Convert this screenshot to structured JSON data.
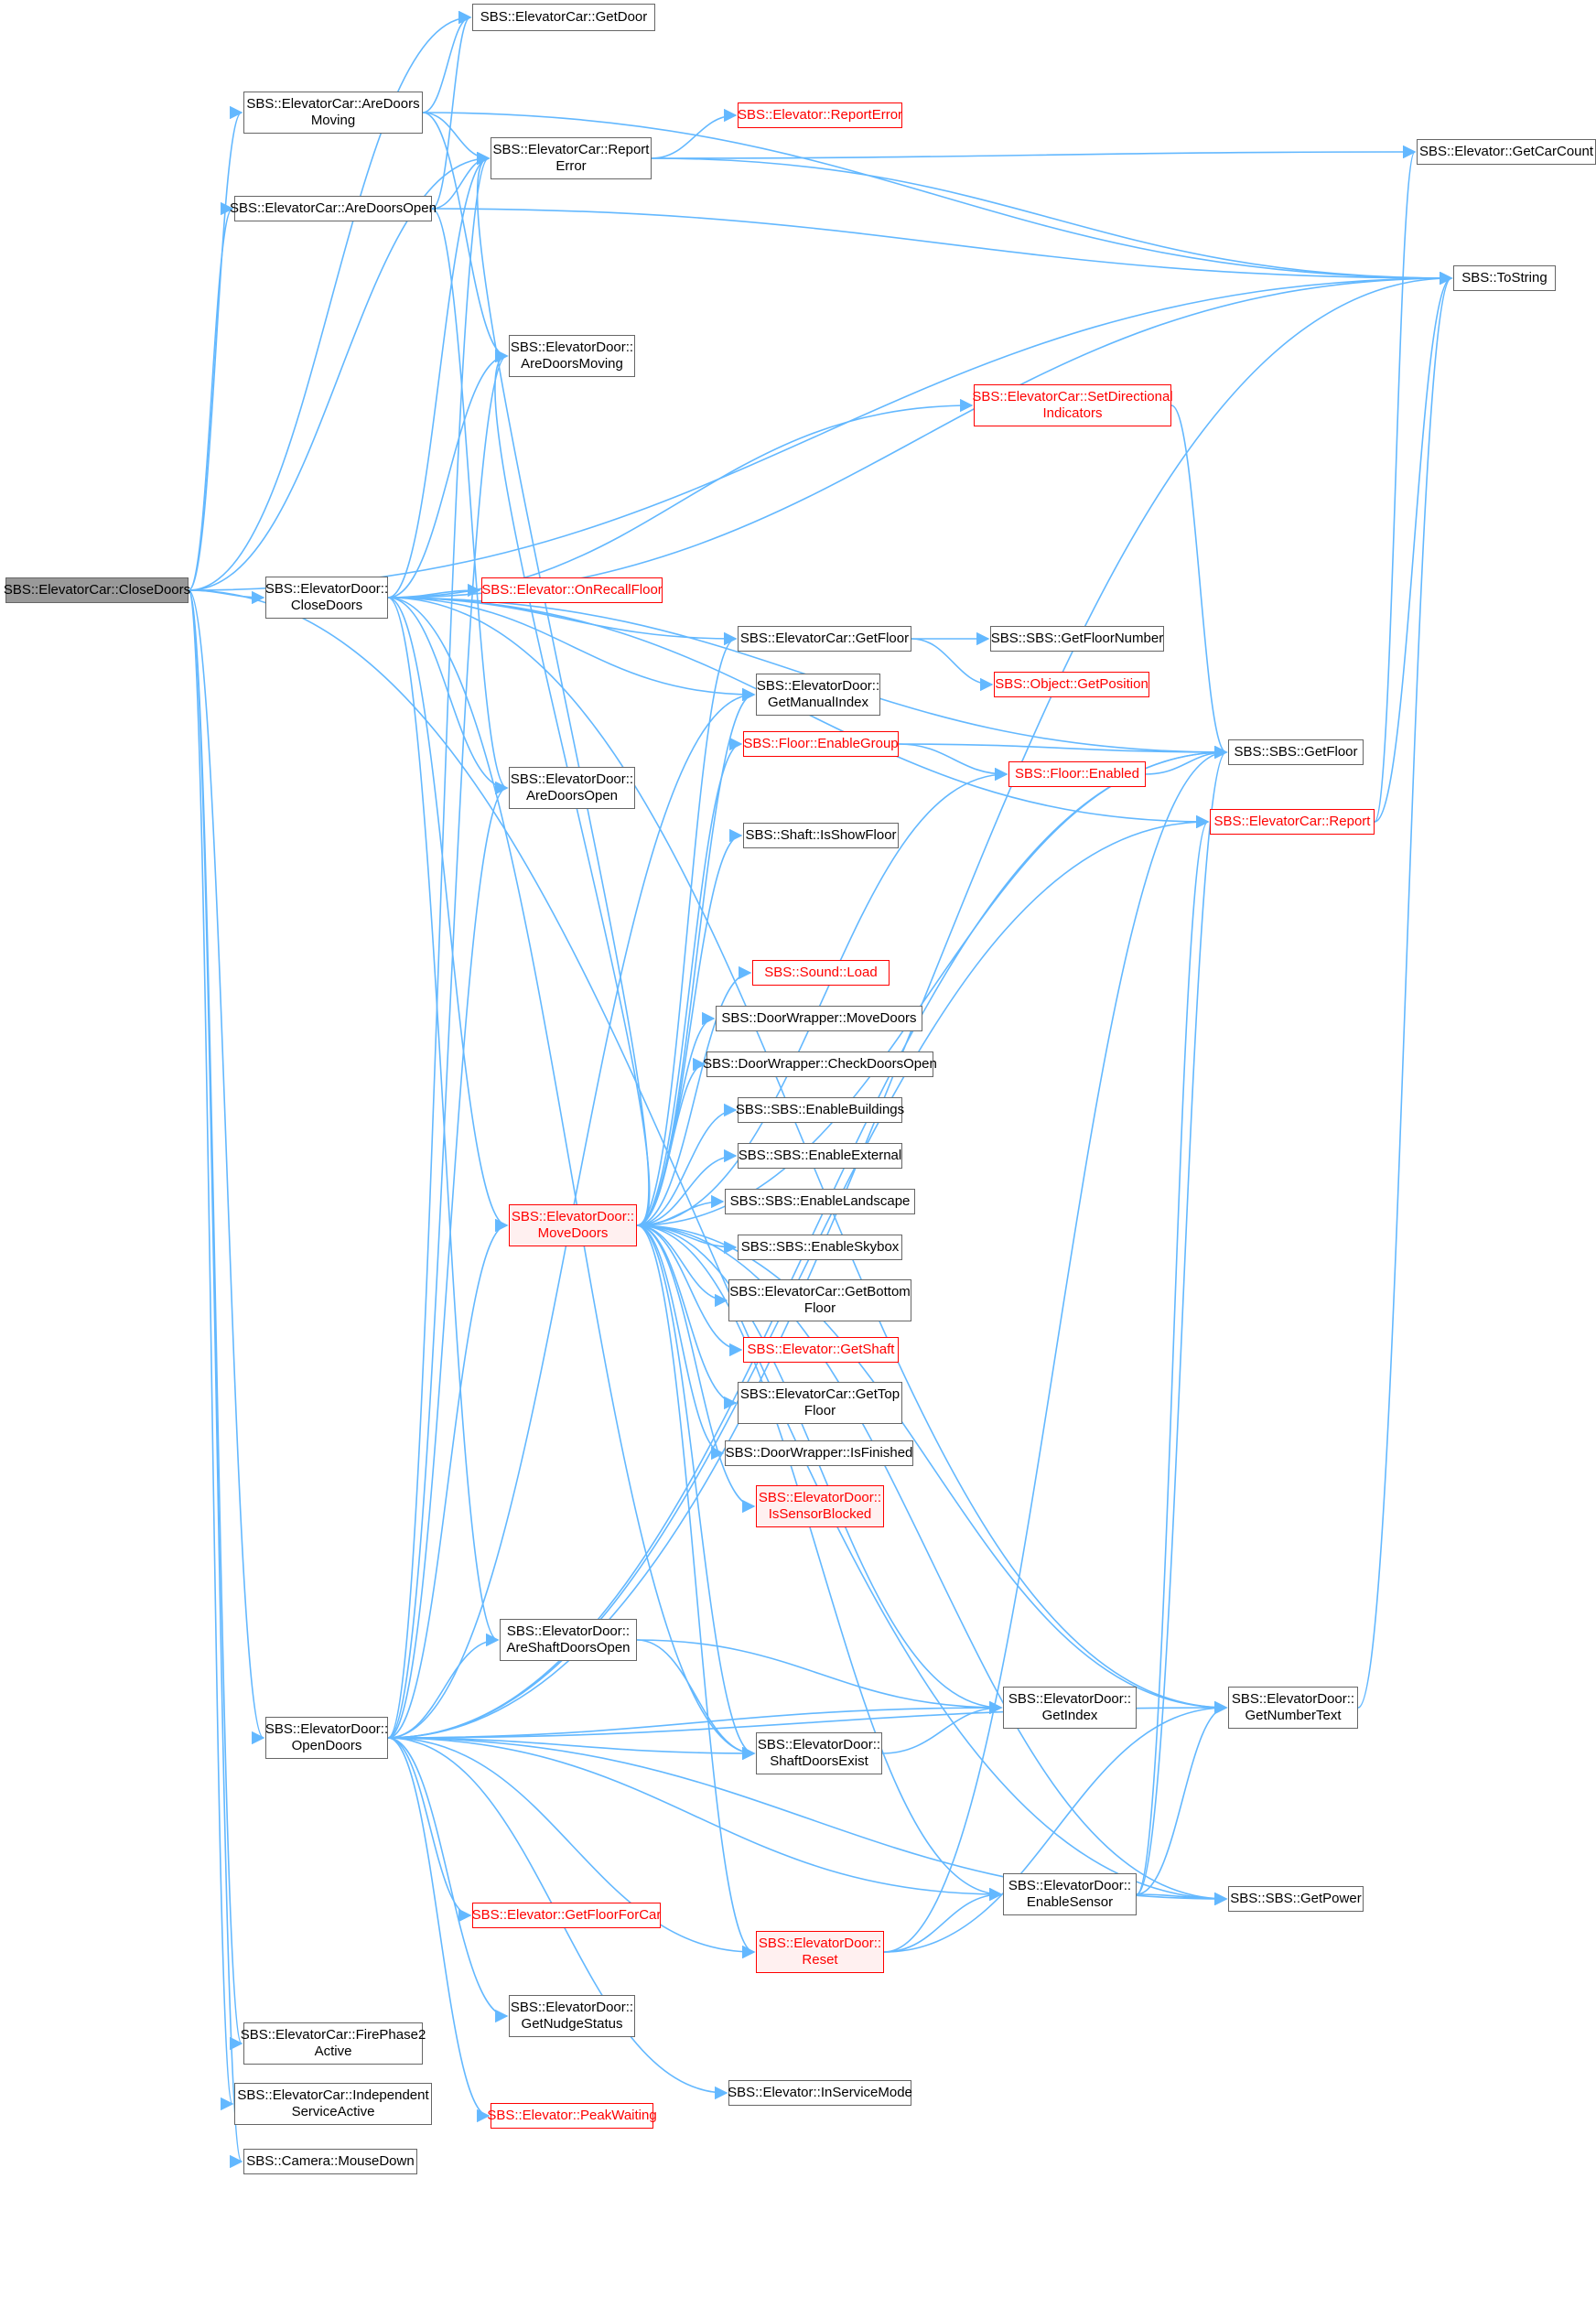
{
  "diagram": {
    "type": "call-graph",
    "edge_color": "#63b8ff",
    "node_border_color": "#666666",
    "incomplete_node_color": "#ff0000",
    "root_fill_color": "#999999"
  },
  "nodes": [
    {
      "id": "root",
      "l1": "SBS::ElevatorCar::CloseDoors",
      "l2": "",
      "style": "root"
    },
    {
      "id": "getdoor",
      "l1": "SBS::ElevatorCar::GetDoor",
      "l2": "",
      "style": "normal"
    },
    {
      "id": "aredoorsmoving_car",
      "l1": "SBS::ElevatorCar::AreDoors",
      "l2": "Moving",
      "style": "normal"
    },
    {
      "id": "reporterror_car",
      "l1": "SBS::ElevatorCar::Report",
      "l2": "Error",
      "style": "normal"
    },
    {
      "id": "reporterror_elev",
      "l1": "SBS::Elevator::ReportError",
      "l2": "",
      "style": "red"
    },
    {
      "id": "getcarcount",
      "l1": "SBS::Elevator::GetCarCount",
      "l2": "",
      "style": "normal"
    },
    {
      "id": "aredoorsopen_car",
      "l1": "SBS::ElevatorCar::AreDoorsOpen",
      "l2": "",
      "style": "normal"
    },
    {
      "id": "tostring",
      "l1": "SBS::ToString",
      "l2": "",
      "style": "normal"
    },
    {
      "id": "aredoorsmoving_door",
      "l1": "SBS::ElevatorDoor::",
      "l2": "AreDoorsMoving",
      "style": "normal"
    },
    {
      "id": "setdirind",
      "l1": "SBS::ElevatorCar::SetDirectional",
      "l2": "Indicators",
      "style": "red"
    },
    {
      "id": "closedoors_door",
      "l1": "SBS::ElevatorDoor::",
      "l2": "CloseDoors",
      "style": "normal"
    },
    {
      "id": "onrecall",
      "l1": "SBS::Elevator::OnRecallFloor",
      "l2": "",
      "style": "red"
    },
    {
      "id": "getfloor_car",
      "l1": "SBS::ElevatorCar::GetFloor",
      "l2": "",
      "style": "normal"
    },
    {
      "id": "getfloornumber",
      "l1": "SBS::SBS::GetFloorNumber",
      "l2": "",
      "style": "normal"
    },
    {
      "id": "getposition",
      "l1": "SBS::Object::GetPosition",
      "l2": "",
      "style": "red"
    },
    {
      "id": "getmanualindex",
      "l1": "SBS::ElevatorDoor::",
      "l2": "GetManualIndex",
      "style": "normal"
    },
    {
      "id": "enablegroup",
      "l1": "SBS::Floor::EnableGroup",
      "l2": "",
      "style": "red"
    },
    {
      "id": "enabled",
      "l1": "SBS::Floor::Enabled",
      "l2": "",
      "style": "red"
    },
    {
      "id": "getfloor_sbs",
      "l1": "SBS::SBS::GetFloor",
      "l2": "",
      "style": "normal"
    },
    {
      "id": "aredoorsopen_door",
      "l1": "SBS::ElevatorDoor::",
      "l2": "AreDoorsOpen",
      "style": "normal"
    },
    {
      "id": "report",
      "l1": "SBS::ElevatorCar::Report",
      "l2": "",
      "style": "red"
    },
    {
      "id": "isshowfloor",
      "l1": "SBS::Shaft::IsShowFloor",
      "l2": "",
      "style": "normal"
    },
    {
      "id": "soundload",
      "l1": "SBS::Sound::Load",
      "l2": "",
      "style": "red"
    },
    {
      "id": "dw_movedoors",
      "l1": "SBS::DoorWrapper::MoveDoors",
      "l2": "",
      "style": "normal"
    },
    {
      "id": "dw_checkdoorsopen",
      "l1": "SBS::DoorWrapper::CheckDoorsOpen",
      "l2": "",
      "style": "normal"
    },
    {
      "id": "enablebuildings",
      "l1": "SBS::SBS::EnableBuildings",
      "l2": "",
      "style": "normal"
    },
    {
      "id": "enableexternal",
      "l1": "SBS::SBS::EnableExternal",
      "l2": "",
      "style": "normal"
    },
    {
      "id": "movedoors_door",
      "l1": "SBS::ElevatorDoor::",
      "l2": "MoveDoors",
      "style": "redtint"
    },
    {
      "id": "enablelandscape",
      "l1": "SBS::SBS::EnableLandscape",
      "l2": "",
      "style": "normal"
    },
    {
      "id": "enableskybox",
      "l1": "SBS::SBS::EnableSkybox",
      "l2": "",
      "style": "normal"
    },
    {
      "id": "getbottomfloor",
      "l1": "SBS::ElevatorCar::GetBottom",
      "l2": "Floor",
      "style": "normal"
    },
    {
      "id": "getshaft",
      "l1": "SBS::Elevator::GetShaft",
      "l2": "",
      "style": "red"
    },
    {
      "id": "gettopfloor",
      "l1": "SBS::ElevatorCar::GetTop",
      "l2": "Floor",
      "style": "normal"
    },
    {
      "id": "isfinished",
      "l1": "SBS::DoorWrapper::IsFinished",
      "l2": "",
      "style": "normal"
    },
    {
      "id": "issensorblocked",
      "l1": "SBS::ElevatorDoor::",
      "l2": "IsSensorBlocked",
      "style": "redtint"
    },
    {
      "id": "areshaftdoorsopen",
      "l1": "SBS::ElevatorDoor::",
      "l2": "AreShaftDoorsOpen",
      "style": "normal"
    },
    {
      "id": "getnumbertext",
      "l1": "SBS::ElevatorDoor::",
      "l2": "GetNumberText",
      "style": "normal"
    },
    {
      "id": "opendoors_door",
      "l1": "SBS::ElevatorDoor::",
      "l2": "OpenDoors",
      "style": "normal"
    },
    {
      "id": "getindex",
      "l1": "SBS::ElevatorDoor::",
      "l2": "GetIndex",
      "style": "normal"
    },
    {
      "id": "shaftdoorsexist",
      "l1": "SBS::ElevatorDoor::",
      "l2": "ShaftDoorsExist",
      "style": "normal"
    },
    {
      "id": "enablesensor",
      "l1": "SBS::ElevatorDoor::",
      "l2": "EnableSensor",
      "style": "normal"
    },
    {
      "id": "getpower",
      "l1": "SBS::SBS::GetPower",
      "l2": "",
      "style": "normal"
    },
    {
      "id": "getfloorforcar",
      "l1": "SBS::Elevator::GetFloorForCar",
      "l2": "",
      "style": "red"
    },
    {
      "id": "reset",
      "l1": "SBS::ElevatorDoor::",
      "l2": "Reset",
      "style": "redtint"
    },
    {
      "id": "getnudgestatus",
      "l1": "SBS::ElevatorDoor::",
      "l2": "GetNudgeStatus",
      "style": "normal"
    },
    {
      "id": "firephase2",
      "l1": "SBS::ElevatorCar::FirePhase2",
      "l2": "Active",
      "style": "normal"
    },
    {
      "id": "inservicemode",
      "l1": "SBS::Elevator::InServiceMode",
      "l2": "",
      "style": "normal"
    },
    {
      "id": "independent",
      "l1": "SBS::ElevatorCar::Independent",
      "l2": "ServiceActive",
      "style": "normal"
    },
    {
      "id": "peakwaiting",
      "l1": "SBS::Elevator::PeakWaiting",
      "l2": "",
      "style": "red"
    },
    {
      "id": "mousedown",
      "l1": "SBS::Camera::MouseDown",
      "l2": "",
      "style": "normal"
    }
  ],
  "edges": [
    [
      "root",
      "getdoor"
    ],
    [
      "root",
      "aredoorsmoving_car"
    ],
    [
      "root",
      "reporterror_car"
    ],
    [
      "root",
      "aredoorsopen_car"
    ],
    [
      "root",
      "tostring"
    ],
    [
      "root",
      "closedoors_door"
    ],
    [
      "root",
      "opendoors_door"
    ],
    [
      "root",
      "firephase2"
    ],
    [
      "root",
      "independent"
    ],
    [
      "root",
      "mousedown"
    ],
    [
      "root",
      "getpower"
    ],
    [
      "aredoorsmoving_car",
      "getdoor"
    ],
    [
      "aredoorsmoving_car",
      "reporterror_car"
    ],
    [
      "aredoorsmoving_car",
      "tostring"
    ],
    [
      "aredoorsmoving_car",
      "aredoorsmoving_door"
    ],
    [
      "reporterror_car",
      "reporterror_elev"
    ],
    [
      "reporterror_car",
      "getcarcount"
    ],
    [
      "reporterror_car",
      "tostring"
    ],
    [
      "aredoorsopen_car",
      "getdoor"
    ],
    [
      "aredoorsopen_car",
      "reporterror_car"
    ],
    [
      "aredoorsopen_car",
      "tostring"
    ],
    [
      "aredoorsopen_car",
      "aredoorsopen_door"
    ],
    [
      "closedoors_door",
      "aredoorsmoving_door"
    ],
    [
      "closedoors_door",
      "setdirind"
    ],
    [
      "closedoors_door",
      "onrecall"
    ],
    [
      "closedoors_door",
      "getfloor_car"
    ],
    [
      "closedoors_door",
      "getmanualindex"
    ],
    [
      "closedoors_door",
      "aredoorsopen_door"
    ],
    [
      "closedoors_door",
      "movedoors_door"
    ],
    [
      "closedoors_door",
      "areshaftdoorsopen"
    ],
    [
      "closedoors_door",
      "shaftdoorsexist"
    ],
    [
      "closedoors_door",
      "reporterror_car"
    ],
    [
      "closedoors_door",
      "tostring"
    ],
    [
      "closedoors_door",
      "getfloor_sbs"
    ],
    [
      "closedoors_door",
      "report"
    ],
    [
      "closedoors_door",
      "getnumbertext"
    ],
    [
      "setdirind",
      "getfloor_sbs"
    ],
    [
      "getfloor_car",
      "getfloornumber"
    ],
    [
      "getfloor_car",
      "getposition"
    ],
    [
      "enablegroup",
      "enabled"
    ],
    [
      "enablegroup",
      "getfloor_sbs"
    ],
    [
      "enabled",
      "getfloor_sbs"
    ],
    [
      "report",
      "getcarcount"
    ],
    [
      "report",
      "tostring"
    ],
    [
      "movedoors_door",
      "getfloor_car"
    ],
    [
      "movedoors_door",
      "getmanualindex"
    ],
    [
      "movedoors_door",
      "enablegroup"
    ],
    [
      "movedoors_door",
      "enabled"
    ],
    [
      "movedoors_door",
      "isshowfloor"
    ],
    [
      "movedoors_door",
      "soundload"
    ],
    [
      "movedoors_door",
      "dw_movedoors"
    ],
    [
      "movedoors_door",
      "dw_checkdoorsopen"
    ],
    [
      "movedoors_door",
      "enablebuildings"
    ],
    [
      "movedoors_door",
      "enableexternal"
    ],
    [
      "movedoors_door",
      "enablelandscape"
    ],
    [
      "movedoors_door",
      "enableskybox"
    ],
    [
      "movedoors_door",
      "getbottomfloor"
    ],
    [
      "movedoors_door",
      "getshaft"
    ],
    [
      "movedoors_door",
      "gettopfloor"
    ],
    [
      "movedoors_door",
      "isfinished"
    ],
    [
      "movedoors_door",
      "issensorblocked"
    ],
    [
      "movedoors_door",
      "getfloor_sbs"
    ],
    [
      "movedoors_door",
      "getnumbertext"
    ],
    [
      "movedoors_door",
      "getindex"
    ],
    [
      "movedoors_door",
      "shaftdoorsexist"
    ],
    [
      "movedoors_door",
      "enablesensor"
    ],
    [
      "movedoors_door",
      "getpower"
    ],
    [
      "movedoors_door",
      "reset"
    ],
    [
      "movedoors_door",
      "reporterror_car"
    ],
    [
      "movedoors_door",
      "aredoorsmoving_door"
    ],
    [
      "areshaftdoorsopen",
      "shaftdoorsexist"
    ],
    [
      "areshaftdoorsopen",
      "getindex"
    ],
    [
      "getnumbertext",
      "tostring"
    ],
    [
      "opendoors_door",
      "areshaftdoorsopen"
    ],
    [
      "opendoors_door",
      "shaftdoorsexist"
    ],
    [
      "opendoors_door",
      "movedoors_door"
    ],
    [
      "opendoors_door",
      "getindex"
    ],
    [
      "opendoors_door",
      "enablesensor"
    ],
    [
      "opendoors_door",
      "getfloorforcar"
    ],
    [
      "opendoors_door",
      "reset"
    ],
    [
      "opendoors_door",
      "getnudgestatus"
    ],
    [
      "opendoors_door",
      "inservicemode"
    ],
    [
      "opendoors_door",
      "peakwaiting"
    ],
    [
      "opendoors_door",
      "getpower"
    ],
    [
      "opendoors_door",
      "getnumbertext"
    ],
    [
      "opendoors_door",
      "report"
    ],
    [
      "opendoors_door",
      "getfloor_sbs"
    ],
    [
      "opendoors_door",
      "aredoorsopen_door"
    ],
    [
      "opendoors_door",
      "aredoorsmoving_door"
    ],
    [
      "opendoors_door",
      "getmanualindex"
    ],
    [
      "opendoors_door",
      "reporterror_car"
    ],
    [
      "opendoors_door",
      "tostring"
    ],
    [
      "shaftdoorsexist",
      "getindex"
    ],
    [
      "enablesensor",
      "getfloor_sbs"
    ],
    [
      "enablesensor",
      "report"
    ],
    [
      "enablesensor",
      "getnumbertext"
    ],
    [
      "enablesensor",
      "getpower"
    ],
    [
      "reset",
      "enablesensor"
    ],
    [
      "reset",
      "getfloor_sbs"
    ],
    [
      "reset",
      "getnumbertext"
    ]
  ]
}
